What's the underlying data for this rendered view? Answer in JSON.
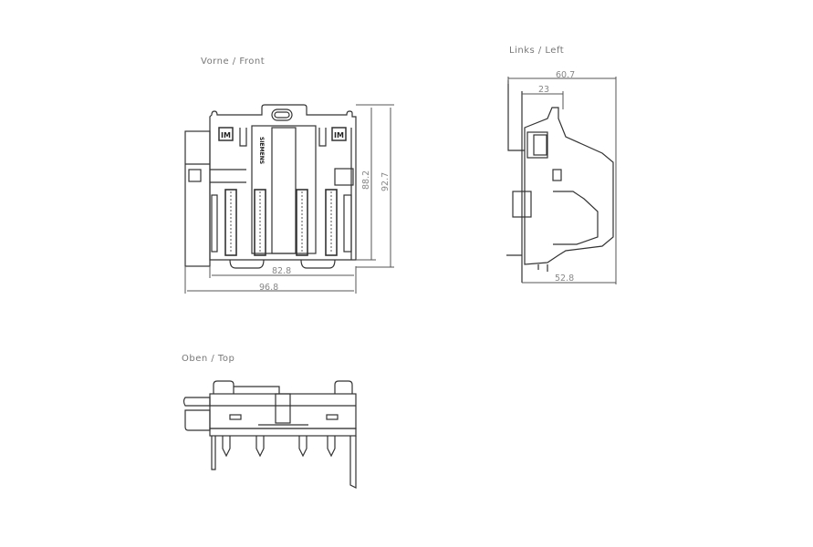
{
  "views": {
    "front": {
      "title": "Vorne  /  Front",
      "dimensions": {
        "width_inner": "82.8",
        "width_outer": "96.8",
        "height_inner": "88.2",
        "height_outer": "92.7"
      },
      "badge_left": "IM",
      "badge_right": "IM",
      "brand_text": "SIEMENS"
    },
    "left": {
      "title": "Links  /  Left",
      "dimensions": {
        "depth_outer": "60.7",
        "depth_top": "23",
        "depth_bottom": "52.8"
      }
    },
    "top": {
      "title": "Oben  /  Top"
    }
  },
  "colors": {
    "line": "#333333",
    "dimension": "#888888",
    "label": "#777777"
  }
}
